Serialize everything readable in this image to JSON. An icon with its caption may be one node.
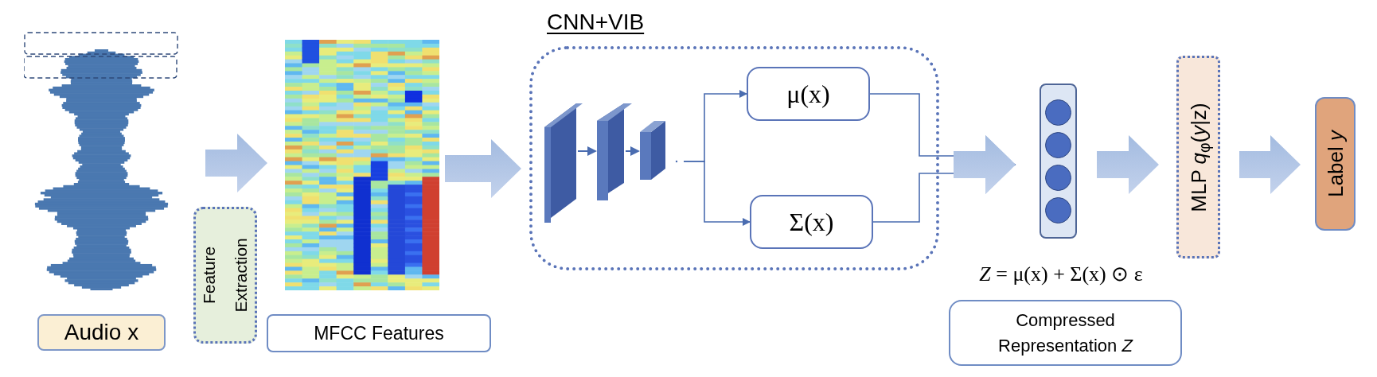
{
  "diagram": {
    "nodes": [
      {
        "text": [],
        "shape": "picture"
      },
      {
        "text": [
          "Audio x"
        ]
      },
      {
        "text": [
          "Feature Extraction"
        ]
      },
      {
        "text": [],
        "shape": "picture"
      },
      {
        "text": [
          "MFCC Features"
        ]
      },
      {
        "text": [
          "CNN+VIB"
        ]
      },
      {
        "text": [],
        "shape": "picture",
        "in": 5
      },
      {
        "text": [
          "μ(x)"
        ],
        "in": 5
      },
      {
        "text": [
          "Σ(x)"
        ],
        "in": 5
      },
      {
        "text": [],
        "shape": "bar"
      },
      {
        "text": [
          "Compressed Representation *Z*"
        ]
      },
      {
        "text": [
          "MLP *q*$_{φ}$(*y*|z)"
        ]
      },
      {
        "text": [
          "Label *y*"
        ]
      }
    ],
    "edges": [
      {
        "from": 0,
        "to": 3,
        "arrow": "to",
        "style": "thick"
      },
      {
        "from": 3,
        "to": 5,
        "arrow": "to",
        "style": "thick"
      },
      {
        "from": 6,
        "to": 7,
        "arrow": "to"
      },
      {
        "from": 6,
        "to": 8,
        "arrow": "to"
      },
      {
        "from": 7,
        "to": 9,
        "arrow": "to"
      },
      {
        "from": 8,
        "to": 9,
        "arrow": "to"
      },
      {
        "from": 9,
        "to": 11,
        "arrow": "to",
        "style": "thick"
      },
      {
        "from": 11,
        "to": 12,
        "arrow": "to",
        "style": "thick"
      }
    ],
    "labels": [
      "*Z* = μ(x) + Σ(x) ⊙ ε"
    ]
  }
}
